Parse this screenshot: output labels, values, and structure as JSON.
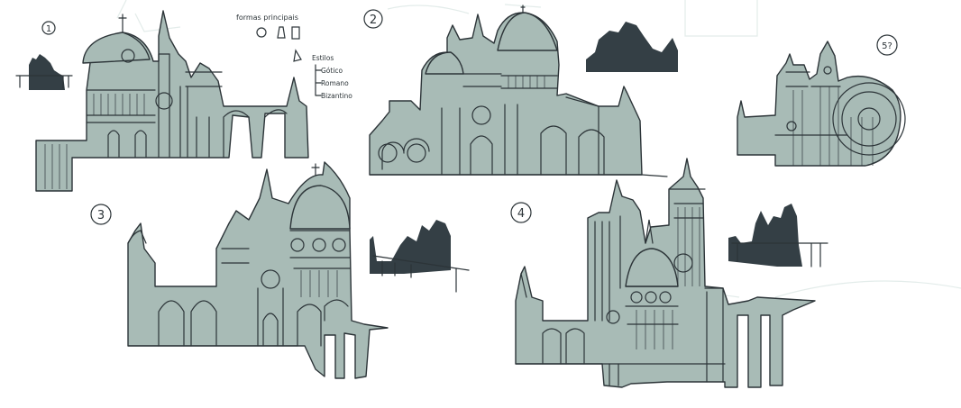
{
  "colors": {
    "paper": "#ffffff",
    "fill": "#a8bbb6",
    "ink": "#2c3438",
    "silhouette": "#343f45",
    "ghost": "#e3ecea"
  },
  "labels": {
    "n1": "1",
    "n2": "2",
    "n3": "3",
    "n4": "4",
    "n5": "5?"
  },
  "notes": {
    "formas_title": "formas principais",
    "estilos": [
      "Estilos",
      "Gótico",
      "Romano",
      "Bizantino"
    ]
  }
}
